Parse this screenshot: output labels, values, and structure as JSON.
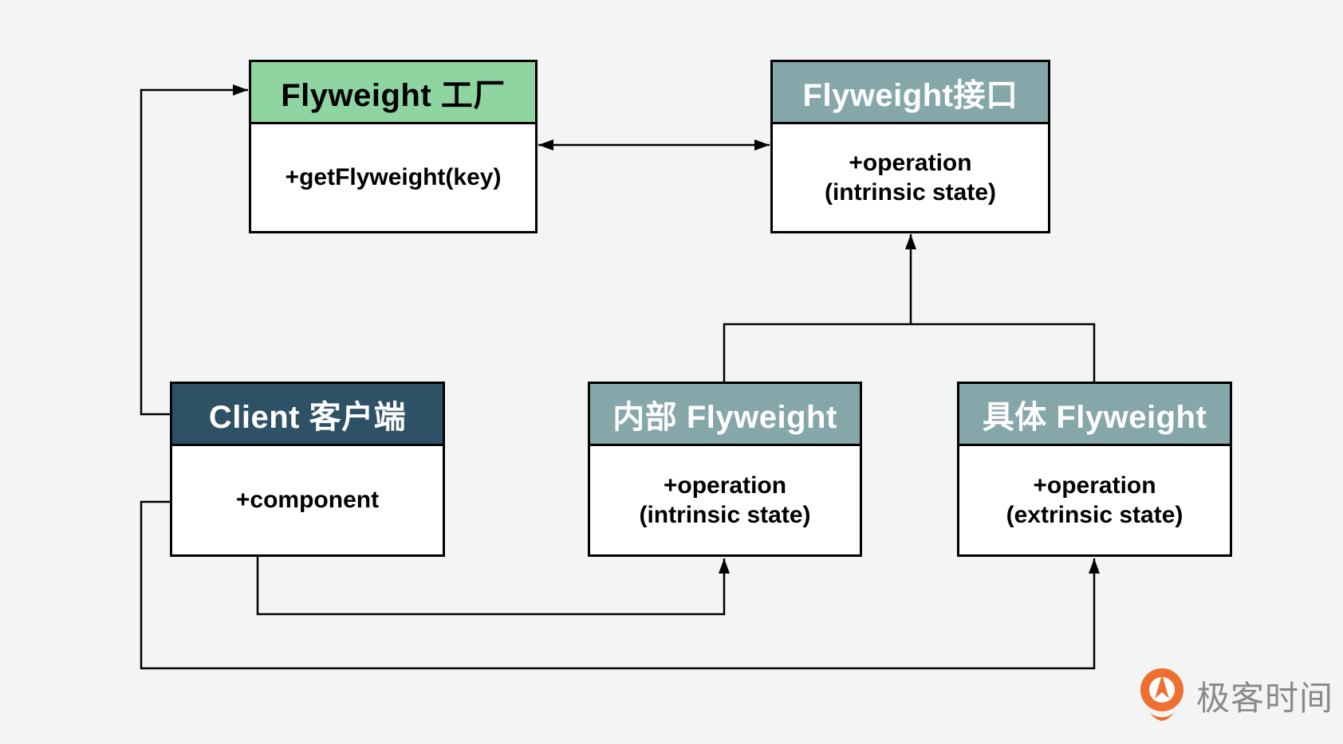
{
  "colors": {
    "background": "#F3F5F4",
    "box_fill": "#FFFFFF",
    "box_border": "#000000",
    "factory_header": "#8FD5A1",
    "teal_header": "#86A7A9",
    "client_header": "#2F5166",
    "connector": "#000000",
    "logo_orange": "#ED7031",
    "logo_text": "#8A8A8A"
  },
  "diagram": {
    "pattern_name": "Flyweight",
    "boxes": {
      "factory": {
        "title": "Flyweight 工厂",
        "body": "+getFlyweight(key)"
      },
      "interface": {
        "title": "Flyweight接口",
        "body": "+operation\n(intrinsic state)"
      },
      "client": {
        "title": "Client 客户端",
        "body": "+component"
      },
      "intrinsic_flyweight": {
        "title": "内部 Flyweight",
        "body": "+operation\n(intrinsic state)"
      },
      "concrete_flyweight": {
        "title": "具体 Flyweight",
        "body": "+operation\n(extrinsic state)"
      }
    },
    "relations": [
      "client -> factory",
      "factory <-> interface",
      "intrinsic_flyweight -> interface",
      "concrete_flyweight -> interface",
      "client -> intrinsic_flyweight",
      "client -> concrete_flyweight"
    ]
  },
  "logo": {
    "text": "极客时间",
    "icon": "geektime-logo-icon"
  }
}
